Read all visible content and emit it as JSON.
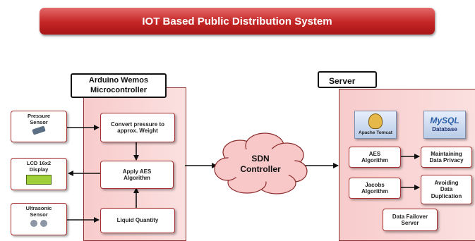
{
  "title": "IOT Based Public Distribution System",
  "microcontroller": {
    "label_line1": "Arduino Wemos",
    "label_line2": "Microcontroller",
    "steps": [
      {
        "line1": "Convert pressure to",
        "line2": "approx. Weight"
      },
      {
        "line1": "Apply AES",
        "line2": "Algorithm"
      },
      {
        "line1": "Liquid Quantity",
        "line2": ""
      }
    ]
  },
  "sensors": [
    {
      "line1": "Pressure",
      "line2": "Sensor",
      "icon": "pressure-sensor-icon"
    },
    {
      "line1": "LCD 16x2",
      "line2": "Display",
      "icon": "lcd-display-icon"
    },
    {
      "line1": "Ultrasonic",
      "line2": "Sensor",
      "icon": "ultrasonic-sensor-icon"
    }
  ],
  "cloud": {
    "line1": "SDN",
    "line2": "Controller"
  },
  "server": {
    "label": "Server",
    "logos": [
      {
        "caption": "Apache Tomcat",
        "icon": "tomcat-icon"
      },
      {
        "caption": "Database",
        "brand": "MySQL",
        "icon": "mysql-icon"
      }
    ],
    "aes": {
      "line1": "AES",
      "line2": "Algorithm"
    },
    "privacy": {
      "line1": "Maintaining",
      "line2": "Data Privacy"
    },
    "jacobs": {
      "line1": "Jacobs",
      "line2": "Algorithm"
    },
    "dedup": {
      "line1": "Avoiding",
      "line2": "Data",
      "line3": "Duplication"
    },
    "failover": {
      "line1": "Data Failover",
      "line2": "Server"
    }
  },
  "colors": {
    "banner": "#c32424",
    "panel": "#f8cbcb",
    "box_border": "#a93030"
  }
}
